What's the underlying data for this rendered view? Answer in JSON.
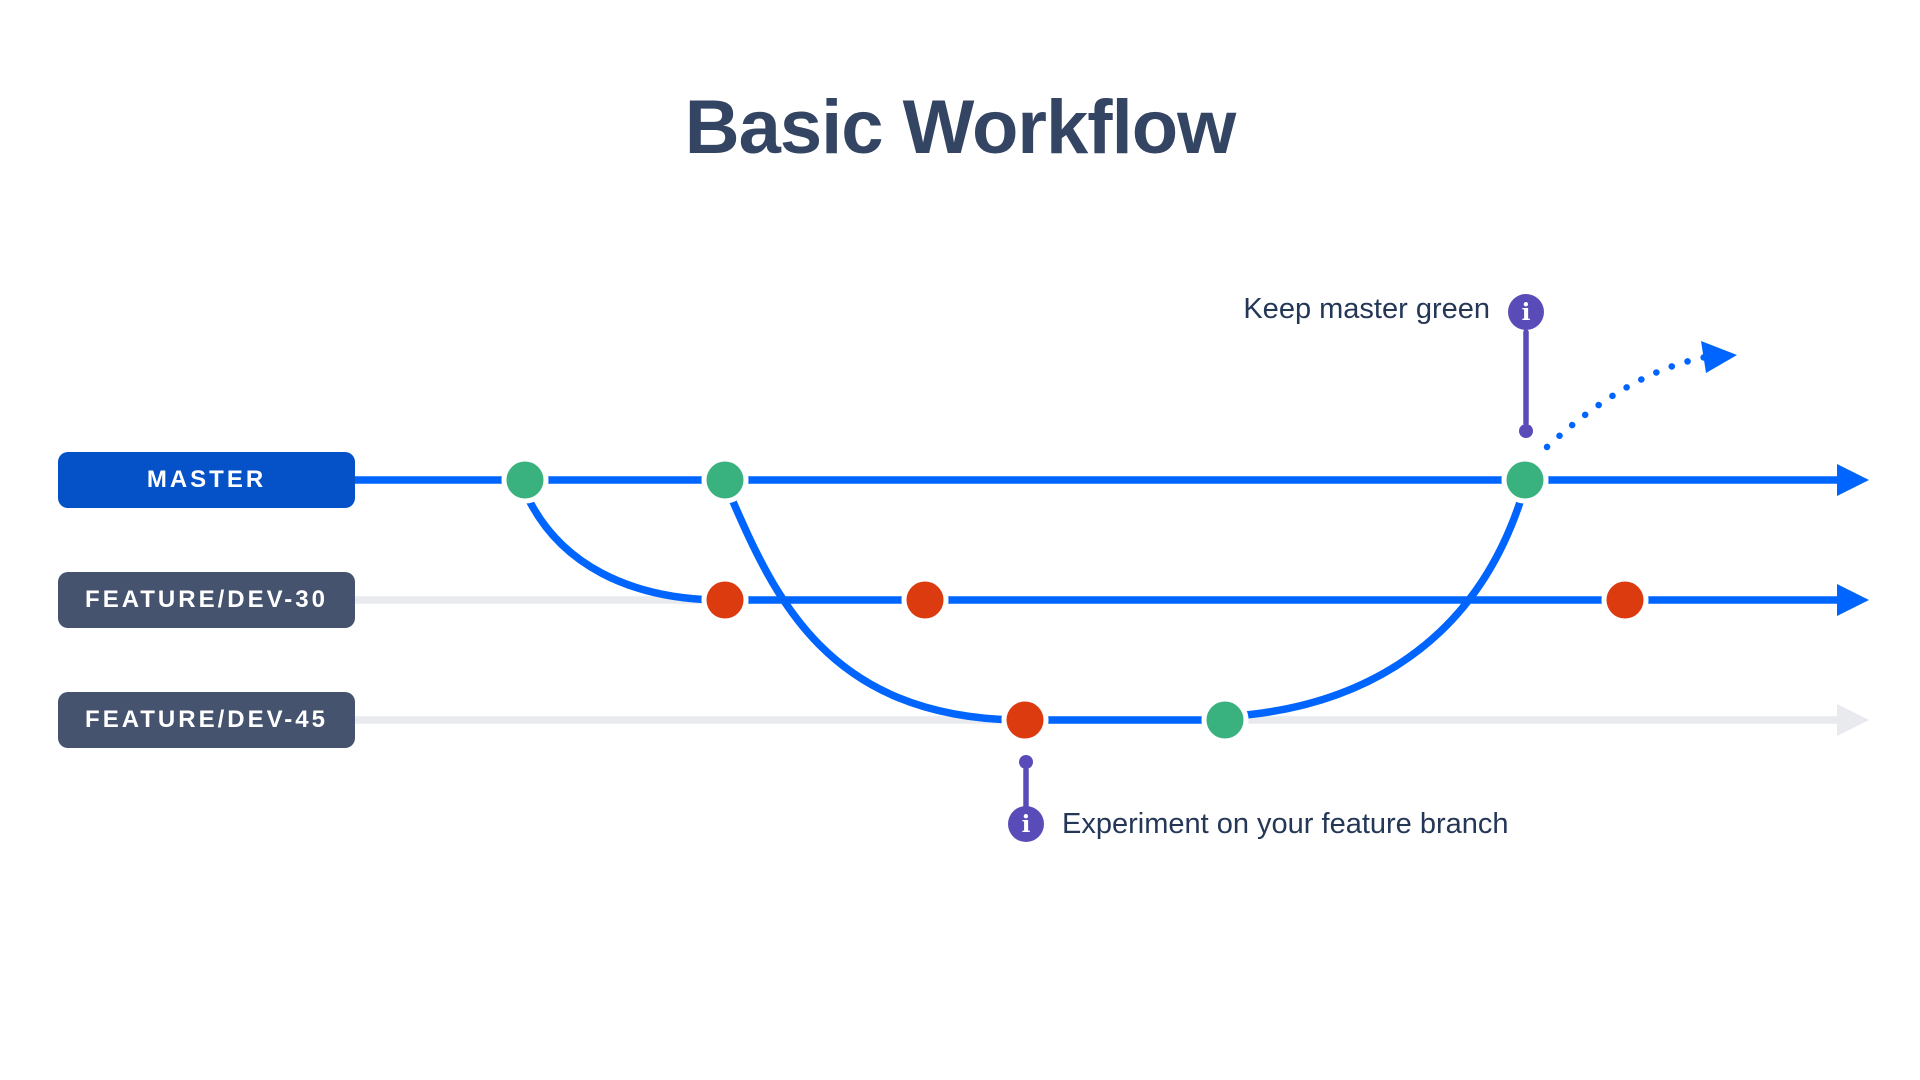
{
  "title": "Basic Workflow",
  "branches": [
    {
      "id": "master",
      "label": "MASTER"
    },
    {
      "id": "feature-dev-30",
      "label": "FEATURE/DEV-30"
    },
    {
      "id": "feature-dev-45",
      "label": "FEATURE/DEV-45"
    }
  ],
  "annotations": {
    "keep_master_green": {
      "text": "Keep master green",
      "icon_glyph": "i"
    },
    "experiment": {
      "text": "Experiment on your feature branch",
      "icon_glyph": "i"
    }
  },
  "commits": [
    {
      "branch": "master",
      "status": "green",
      "color": "#39B27F"
    },
    {
      "branch": "master",
      "status": "green",
      "color": "#39B27F"
    },
    {
      "branch": "master",
      "status": "green",
      "color": "#39B27F"
    },
    {
      "branch": "feature-dev-30",
      "status": "red",
      "color": "#DC3A0F"
    },
    {
      "branch": "feature-dev-30",
      "status": "red",
      "color": "#DC3A0F"
    },
    {
      "branch": "feature-dev-30",
      "status": "red",
      "color": "#DC3A0F"
    },
    {
      "branch": "feature-dev-45",
      "status": "red",
      "color": "#DC3A0F"
    },
    {
      "branch": "feature-dev-45",
      "status": "green",
      "color": "#39B27F"
    }
  ],
  "colors": {
    "branch_blue": "#0065FF",
    "track_gray": "#E9EAED",
    "commit_green": "#39B27F",
    "commit_red": "#DC3A0F",
    "info_purple": "#5A4CB8",
    "badge_master_bg": "#0551C8",
    "badge_feature_bg": "#46536E",
    "title_navy": "#344563",
    "text_navy": "#243757",
    "white": "#FFFFFF"
  }
}
